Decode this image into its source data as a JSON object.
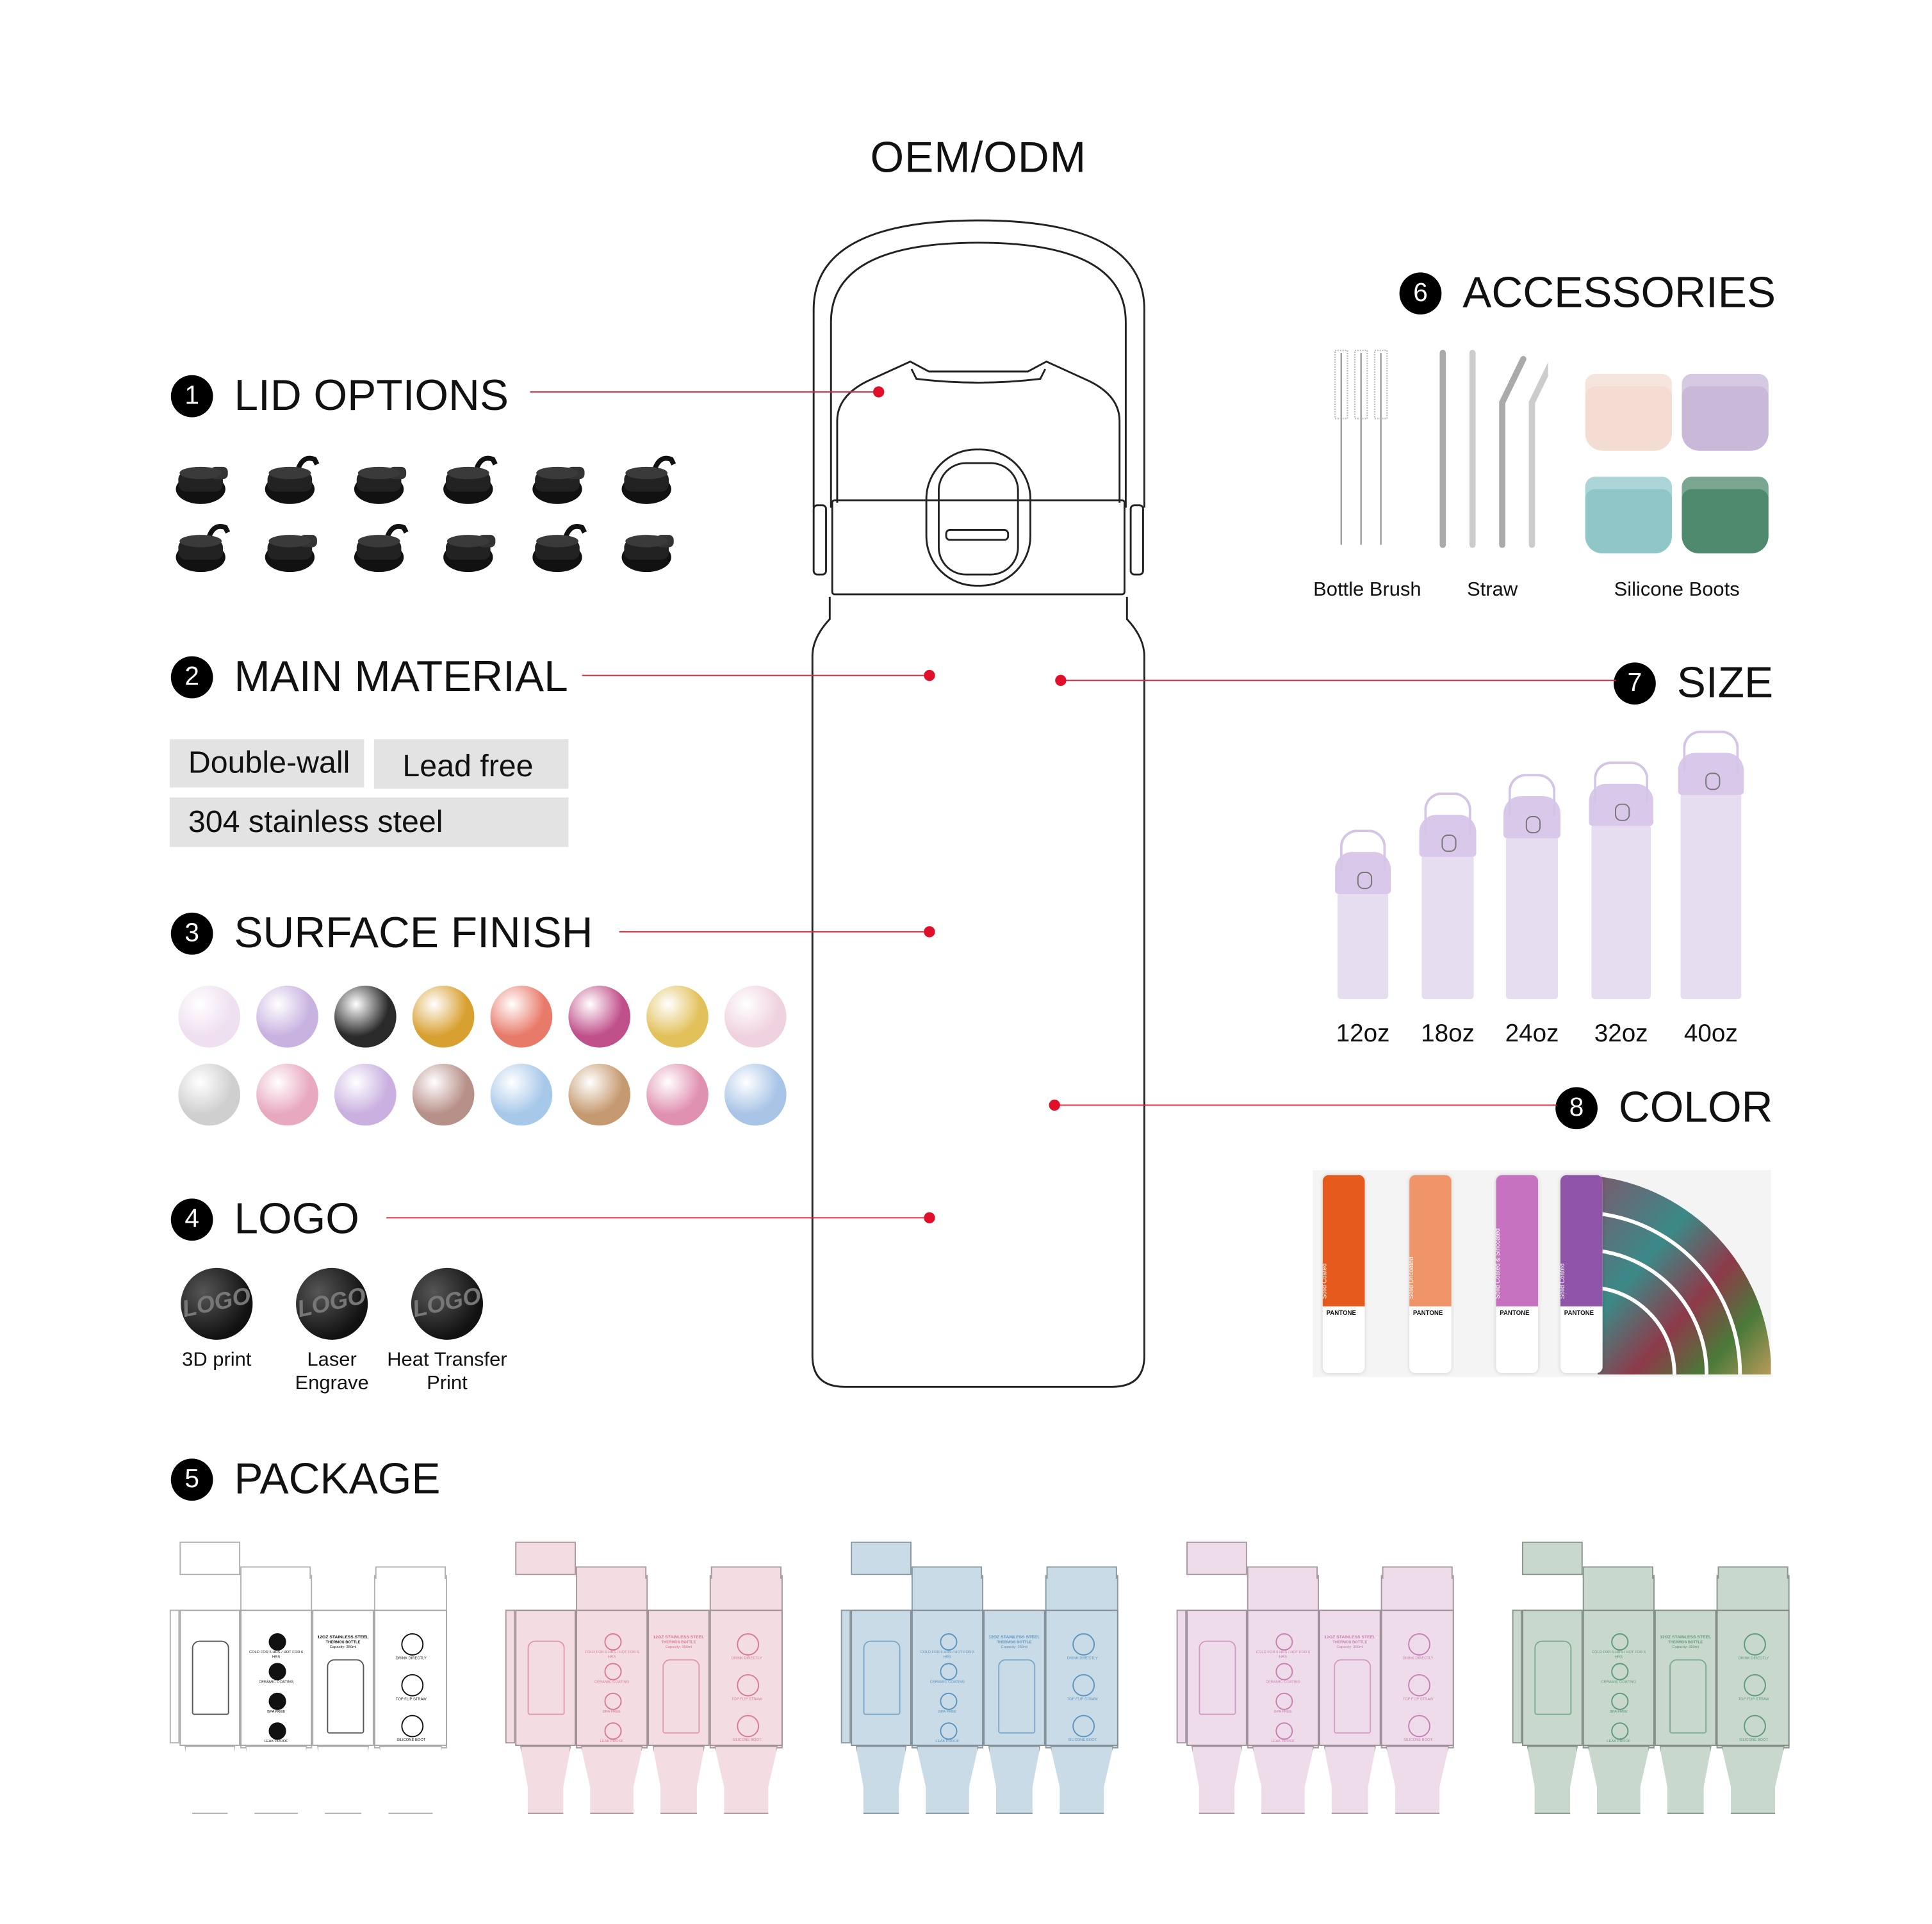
{
  "title": "OEM/ODM",
  "sections": {
    "lid": {
      "num": "1",
      "label": "LID OPTIONS"
    },
    "material": {
      "num": "2",
      "label": "MAIN MATERIAL"
    },
    "surface": {
      "num": "3",
      "label": "SURFACE FINISH"
    },
    "logo": {
      "num": "4",
      "label": "LOGO"
    },
    "package": {
      "num": "5",
      "label": "PACKAGE"
    },
    "accessories": {
      "num": "6",
      "label": "ACCESSORIES"
    },
    "size": {
      "num": "7",
      "label": "SIZE"
    },
    "color": {
      "num": "8",
      "label": "COLOR"
    }
  },
  "material_chips": [
    "Double-wall",
    "Lead free",
    "304 stainless steel"
  ],
  "surface_swatches": [
    "#efdff0",
    "#c8b2e0",
    "#2a2a2a",
    "#d8a030",
    "#e87a6a",
    "#c0508a",
    "#e2c15a",
    "#efd2df",
    "#cfcfcf",
    "#e8a8c0",
    "#c9b0e0",
    "#b8908a",
    "#a8c8ea",
    "#c69a70",
    "#e090b0",
    "#a8c4e6"
  ],
  "logo_options": [
    {
      "badge": "LOGO",
      "label": "3D print"
    },
    {
      "badge": "LOGO",
      "label": "Laser\nEngrave"
    },
    {
      "badge": "LOGO",
      "label": "Heat Transfer\nPrint"
    }
  ],
  "accessories": [
    "Bottle Brush",
    "Straw",
    "Silicone Boots"
  ],
  "boot_colors": [
    "#f3ddd2",
    "#c9b8d8",
    "#8fc7c9",
    "#4f8a6e"
  ],
  "sizes": [
    "12oz",
    "18oz",
    "24oz",
    "32oz",
    "40oz"
  ],
  "size_color": "#e6ddf0",
  "pantone_cards": [
    {
      "title": "FORMULA GUIDE",
      "sub": "Solid Coated",
      "brand": "PANTONE",
      "color": "#e65a1e"
    },
    {
      "title": "FORMULA GUIDE",
      "sub": "Solid Uncoated",
      "brand": "PANTONE",
      "color": "#f0956a"
    },
    {
      "title": "PASTELS & NEONS",
      "sub": "Solid Coated & Sincoated",
      "brand": "PANTONE",
      "color": "#c672c0"
    },
    {
      "title": "METALLICS",
      "sub": "Solid Coated",
      "brand": "PANTONE",
      "color": "#8e55a8"
    }
  ],
  "package": {
    "colors": [
      "#ffffff",
      "#f3dde2",
      "#c9dbe6",
      "#efdcea",
      "#c8d8cc"
    ],
    "ink": [
      "#111111",
      "#d87a94",
      "#5a94c0",
      "#c880b0",
      "#5e9a78"
    ],
    "heading": "12OZ STAINLESS STEEL",
    "subheading": "THERMOS BOTTLE",
    "capacity": "Capacity: 350ml",
    "features_left": [
      "COLD FOR 6 HRS / HOT FOR 6 HRS",
      "CERAMIC COATING",
      "BPA FREE",
      "LEAK PROOF"
    ],
    "features_right": [
      "DRINK DIRECTLY",
      "TOP FLIP STRAW",
      "SILICONE BOOT"
    ]
  },
  "accent": "#d8283a"
}
